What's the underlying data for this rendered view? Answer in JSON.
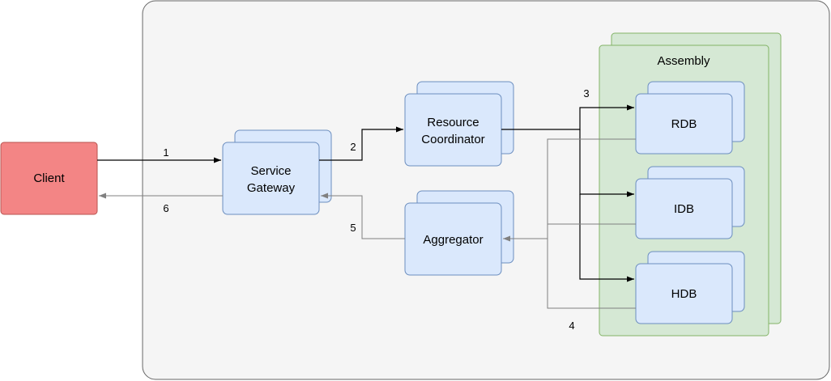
{
  "colors": {
    "container_fill": "#f5f5f5",
    "container_stroke": "#666666",
    "node_fill": "#dae8fc",
    "node_stroke": "#6c8ebf",
    "client_fill": "#f8cecc",
    "client_fill_strong": "#f38585",
    "client_stroke": "#b85450",
    "assembly_fill": "#d5e8d4",
    "assembly_stroke": "#82b366",
    "request_edge": "#000000",
    "response_edge": "#808080"
  },
  "nodes": {
    "client": "Client",
    "gateway_line1": "Service",
    "gateway_line2": "Gateway",
    "coordinator_line1": "Resource",
    "coordinator_line2": "Coordinator",
    "aggregator": "Aggregator",
    "assembly": "Assembly",
    "rdb": "RDB",
    "idb": "IDB",
    "hdb": "HDB"
  },
  "edges": {
    "step1": "1",
    "step2": "2",
    "step3": "3",
    "step4": "4",
    "step5": "5",
    "step6": "6"
  }
}
